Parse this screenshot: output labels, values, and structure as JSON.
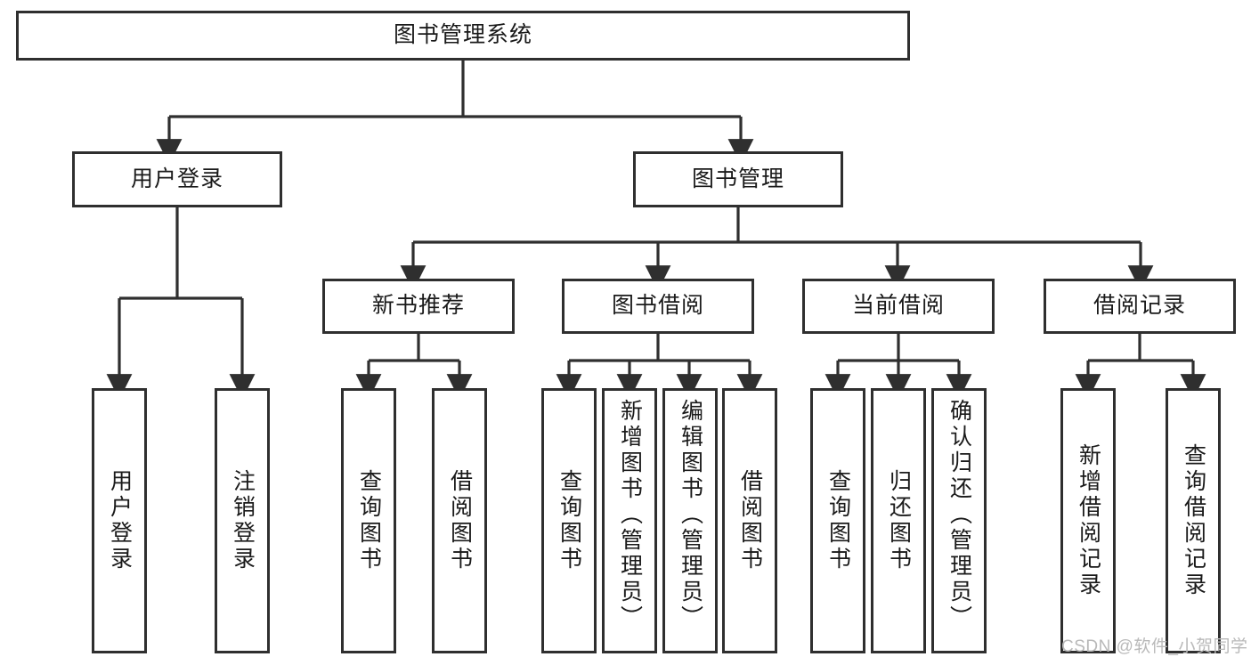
{
  "diagram": {
    "type": "tree-hierarchy",
    "title_node": {
      "label": "图书管理系统",
      "level": 1
    },
    "level2": [
      {
        "label": "用户登录"
      },
      {
        "label": "图书管理"
      }
    ],
    "level3": [
      {
        "label": "新书推荐"
      },
      {
        "label": "图书借阅"
      },
      {
        "label": "当前借阅"
      },
      {
        "label": "借阅记录"
      }
    ],
    "leaves": {
      "user_login": [
        {
          "label": "用户登录"
        },
        {
          "label": "注销登录"
        }
      ],
      "new_book_recommend": [
        {
          "label": "查询图书"
        },
        {
          "label": "借阅图书"
        }
      ],
      "book_borrow": [
        {
          "label": "查询图书"
        },
        {
          "label": "新增图书（管理员）"
        },
        {
          "label": "编辑图书（管理员）"
        },
        {
          "label": "借阅图书"
        }
      ],
      "current_borrow": [
        {
          "label": "查询图书"
        },
        {
          "label": "归还图书"
        },
        {
          "label": "确认归还（管理员）"
        }
      ],
      "borrow_record": [
        {
          "label": "新增借阅记录"
        },
        {
          "label": "查询借阅记录"
        }
      ]
    },
    "watermark": "CSDN @软件_小贺同学",
    "colors": {
      "stroke": "#2f2f2f",
      "fill": "#ffffff",
      "text": "#1a1a1a",
      "watermark": "#b9b9b9"
    }
  }
}
